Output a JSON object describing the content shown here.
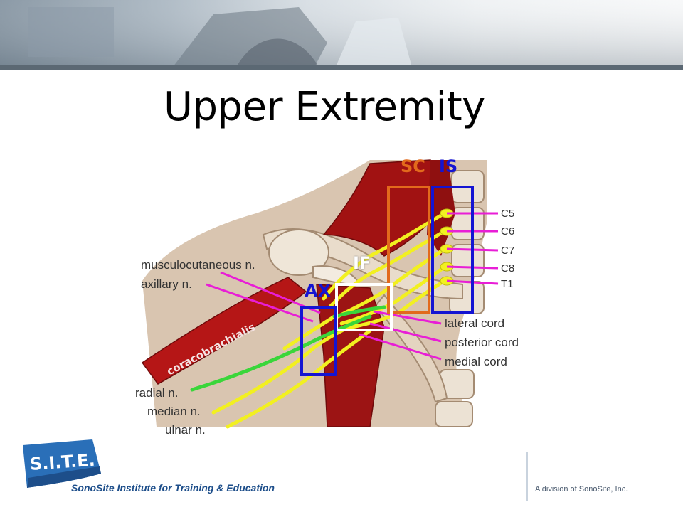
{
  "title": "Upper Extremity",
  "block_labels": {
    "sc": "SC",
    "is": "IS",
    "if": "IF",
    "ax": "AX"
  },
  "nerve_labels": [
    "musculocutaneous n.",
    "axillary n.",
    "radial n.",
    "median n.",
    "ulnar n."
  ],
  "root_labels": [
    "C5",
    "C6",
    "C7",
    "C8",
    "T1"
  ],
  "cord_labels": [
    "lateral cord",
    "posterior cord",
    "medial cord"
  ],
  "muscle_label": "coracobrachialis",
  "footer": {
    "logo_text": "S.I.T.E.",
    "institute": "SonoSite Institute for Training & Education",
    "division": "A division of SonoSite, Inc."
  },
  "colors": {
    "sc_box": "#e26a1c",
    "is_box": "#1414d2",
    "ax_box": "#1414d2",
    "if_box": "#ffffff",
    "muscle": "#a11212",
    "nerve_yellow": "#f2f020",
    "nerve_green": "#3ad63a",
    "pointer_magenta": "#e81ed6",
    "bone": "#e7dac8",
    "logo_blue": "#2a6fb8"
  }
}
